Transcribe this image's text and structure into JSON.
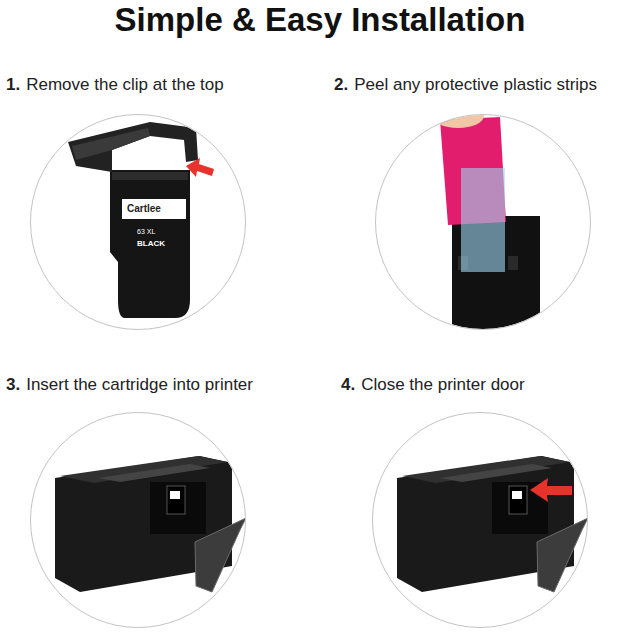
{
  "diagram": {
    "title": "Simple & Easy Installation",
    "nodes": [
      {
        "text": [
          "1.",
          "Remove the clip at the top"
        ]
      },
      {
        "text": [
          "2.",
          "Peel any protective plastic strips"
        ]
      },
      {
        "text": [
          "3.",
          "Insert the cartridge into printer"
        ]
      },
      {
        "text": [
          "4.",
          "Close the printer door"
        ]
      }
    ],
    "labels": [
      "Cartlee",
      "63 XL",
      "BLACK"
    ]
  }
}
